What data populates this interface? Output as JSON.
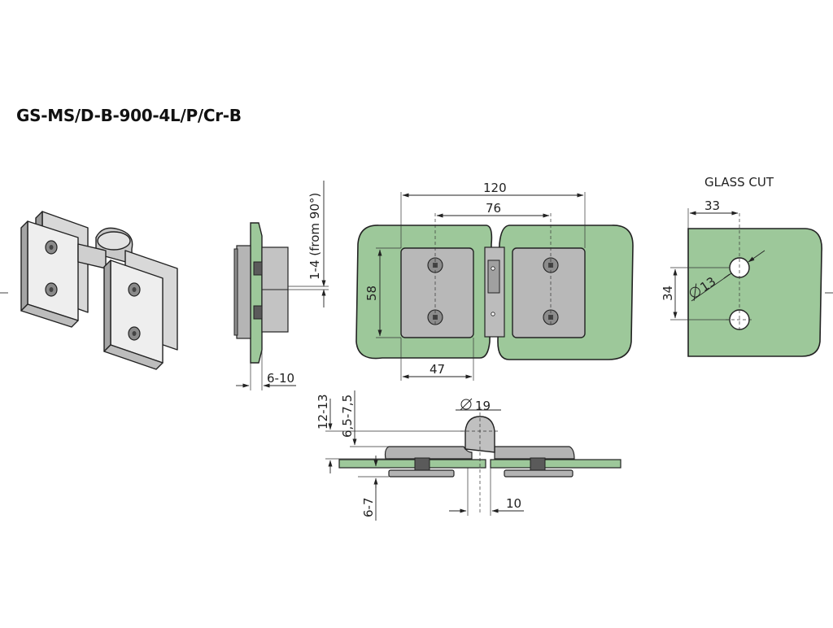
{
  "product_code": "GS-MS/D-B-900-4L/P/Cr-B",
  "glass_cut_title": "GLASS CUT",
  "colors": {
    "glass": "#9dc89a",
    "metal": "#b9b9b9",
    "dark_metal": "#7f7f7f",
    "line": "#222222"
  },
  "dims": {
    "side_view_gap": "1-4 (from 90°)",
    "side_view_thickness": "6-10",
    "front_total_width": "120",
    "front_hole_spacing": "76",
    "front_height": "58",
    "front_plate_width": "47",
    "cut_offset": "33",
    "cut_hole_spacing": "34",
    "cut_hole_diameter": "13",
    "bottom_knuckle_diameter": "19",
    "bottom_overall_height": "12-13",
    "bottom_plate_height": "6,5-7,5",
    "bottom_lower_height": "6-7",
    "bottom_gap": "10"
  }
}
